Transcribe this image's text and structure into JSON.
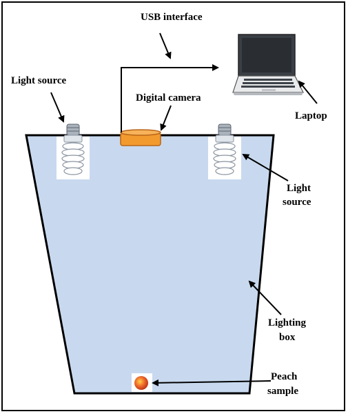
{
  "labels": {
    "usb": "USB interface",
    "light_source_left": "Light source",
    "digital_camera": "Digital camera",
    "laptop": "Laptop",
    "light_source_right_line1": "Light",
    "light_source_right_line2": "source",
    "lighting_box_line1": "Lighting",
    "lighting_box_line2": "box",
    "peach_line1": "Peach",
    "peach_line2": "sample"
  },
  "colors": {
    "box_fill": "#c8d9ef",
    "camera": "#f39a2f",
    "peach": "#ef6a2a"
  },
  "icons": {
    "bulbs": "cfl-bulb-icon",
    "laptop": "laptop-icon"
  }
}
